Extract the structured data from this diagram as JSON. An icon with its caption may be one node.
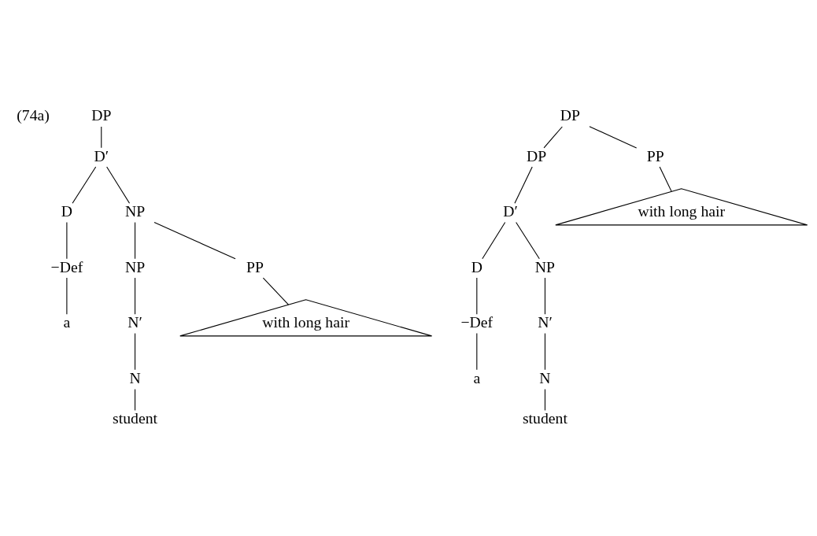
{
  "diagram": {
    "nodes": [
      {
        "text": [
          "DP"
        ]
      },
      {
        "text": [
          "D′"
        ]
      },
      {
        "text": [
          "D"
        ]
      },
      {
        "text": [
          "NP"
        ]
      },
      {
        "text": [
          "−Def"
        ]
      },
      {
        "text": [
          "NP"
        ]
      },
      {
        "text": [
          "PP"
        ]
      },
      {
        "text": [
          "a"
        ]
      },
      {
        "text": [
          "N′"
        ]
      },
      {
        "text": [
          "with long hair"
        ]
      },
      {
        "text": [
          "N"
        ]
      },
      {
        "text": [
          "student"
        ]
      },
      {
        "text": [
          "DP"
        ]
      },
      {
        "text": [
          "DP"
        ]
      },
      {
        "text": [
          "PP"
        ]
      },
      {
        "text": [
          "D′"
        ]
      },
      {
        "text": [
          "with long hair"
        ]
      },
      {
        "text": [
          "D"
        ]
      },
      {
        "text": [
          "NP"
        ]
      },
      {
        "text": [
          "−Def"
        ]
      },
      {
        "text": [
          "N′"
        ]
      },
      {
        "text": [
          "a"
        ]
      },
      {
        "text": [
          "N"
        ]
      },
      {
        "text": [
          "student"
        ]
      }
    ],
    "edges": [
      {
        "from": 0,
        "to": 1,
        "arrow": "none"
      },
      {
        "from": 1,
        "to": 2,
        "arrow": "none"
      },
      {
        "from": 1,
        "to": 3,
        "arrow": "none"
      },
      {
        "from": 2,
        "to": 4,
        "arrow": "none"
      },
      {
        "from": 3,
        "to": 5,
        "arrow": "none"
      },
      {
        "from": 3,
        "to": 6,
        "arrow": "none"
      },
      {
        "from": 4,
        "to": 7,
        "arrow": "none"
      },
      {
        "from": 5,
        "to": 8,
        "arrow": "none"
      },
      {
        "from": 6,
        "to": 9,
        "arrow": "none"
      },
      {
        "from": 8,
        "to": 10,
        "arrow": "none"
      },
      {
        "from": 10,
        "to": 11,
        "arrow": "none"
      },
      {
        "from": 12,
        "to": 13,
        "arrow": "none"
      },
      {
        "from": 12,
        "to": 14,
        "arrow": "none"
      },
      {
        "from": 13,
        "to": 15,
        "arrow": "none"
      },
      {
        "from": 14,
        "to": 16,
        "arrow": "none"
      },
      {
        "from": 15,
        "to": 17,
        "arrow": "none"
      },
      {
        "from": 15,
        "to": 18,
        "arrow": "none"
      },
      {
        "from": 17,
        "to": 19,
        "arrow": "none"
      },
      {
        "from": 18,
        "to": 20,
        "arrow": "none"
      },
      {
        "from": 19,
        "to": 21,
        "arrow": "none"
      },
      {
        "from": 20,
        "to": 22,
        "arrow": "none"
      },
      {
        "from": 22,
        "to": 23,
        "arrow": "none"
      }
    ],
    "labels": [
      "(74a)"
    ]
  }
}
